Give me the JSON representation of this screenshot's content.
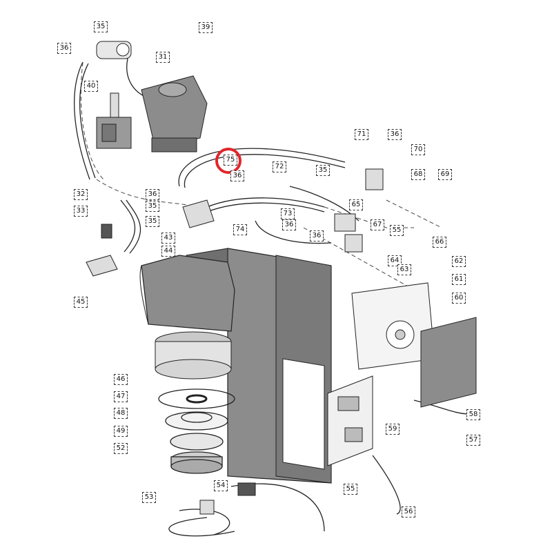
{
  "labels": [
    "35",
    "39",
    "36",
    "31",
    "40",
    "71",
    "36",
    "70",
    "75",
    "36",
    "72",
    "35",
    "68",
    "69",
    "32",
    "36",
    "33",
    "35",
    "65",
    "35",
    "73",
    "36",
    "74",
    "36",
    "67",
    "55",
    "43",
    "44",
    "66",
    "62",
    "64",
    "63",
    "61",
    "45",
    "60",
    "46",
    "47",
    "48",
    "58",
    "59",
    "49",
    "57",
    "52",
    "54",
    "55",
    "53",
    "56"
  ],
  "highlight": {
    "label": "75",
    "color": "#e0262b"
  },
  "colors": {
    "line": "#222222",
    "body_gray": "#8c8c8c",
    "body_dark": "#6f6f6f",
    "highlight": "#e0262b"
  }
}
